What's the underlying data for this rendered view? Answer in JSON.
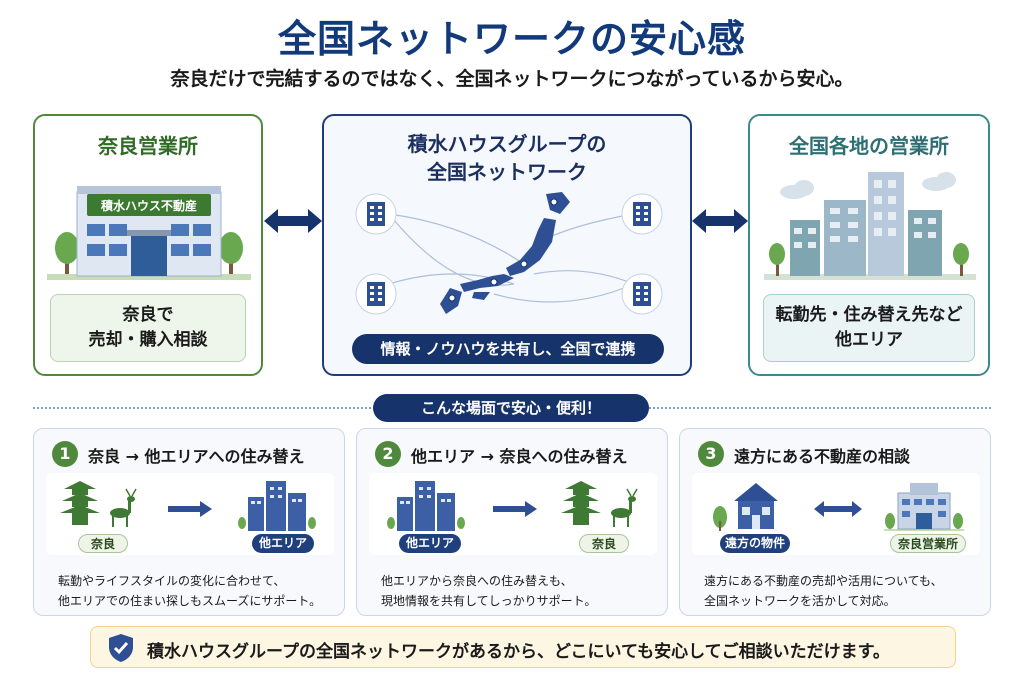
{
  "header": {
    "title": "全国ネットワークの安心感",
    "subtitle": "奈良だけで完結するのではなく、全国ネットワークにつながっているから安心。"
  },
  "nara_office": {
    "title": "奈良営業所",
    "sign": "積水ハウス不動産",
    "desc_line1": "奈良で",
    "desc_line2": "売却・購入相談"
  },
  "network": {
    "title_line1": "積水ハウスグループの",
    "title_line2": "全国ネットワーク",
    "banner": "情報・ノウハウを共有し、全国で連携"
  },
  "other_offices": {
    "title": "全国各地の営業所",
    "desc_line1": "転勤先・住み替え先など",
    "desc_line2": "他エリア"
  },
  "section_pill": "こんな場面で安心・便利！",
  "scenarios": [
    {
      "num": "1",
      "title": "奈良 → 他エリアへの住み替え",
      "from_tag": "奈良",
      "to_tag": "他エリア",
      "text_line1": "転勤やライフスタイルの変化に合わせて、",
      "text_line2": "他エリアでの住まい探しもスムーズにサポート。"
    },
    {
      "num": "2",
      "title": "他エリア → 奈良への住み替え",
      "from_tag": "他エリア",
      "to_tag": "奈良",
      "text_line1": "他エリアから奈良への住み替えも、",
      "text_line2": "現地情報を共有してしっかりサポート。"
    },
    {
      "num": "3",
      "title": "遠方にある不動産の相談",
      "from_tag": "遠方の物件",
      "to_tag": "奈良営業所",
      "text_line1": "遠方にある不動産の売却や活用についても、",
      "text_line2": "全国ネットワークを活かして対応。"
    }
  ],
  "footer": {
    "text": "積水ハウスグループの全国ネットワークがあるから、どこにいても安心してご相談いただけます。"
  },
  "colors": {
    "navy": "#17336b",
    "green": "#4f8a3c",
    "teal": "#3b8a8e",
    "blue": "#2f4f95"
  },
  "icons": [
    "building-icon",
    "japan-map-icon",
    "double-arrow-icon",
    "pagoda-icon",
    "deer-icon",
    "house-icon",
    "shield-check-icon",
    "tree-icon",
    "cloud-icon"
  ]
}
